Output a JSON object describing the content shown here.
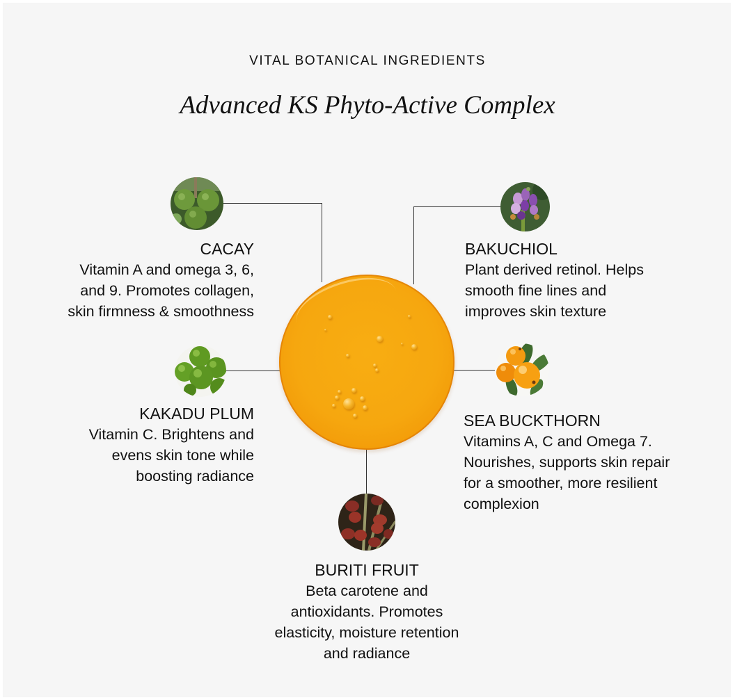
{
  "header": {
    "eyebrow": "VITAL BOTANICAL INGREDIENTS",
    "title": "Advanced KS Phyto-Active Complex"
  },
  "center": {
    "image": "golden-oil-droplet",
    "color": "#f6a70f"
  },
  "ingredients": [
    {
      "id": "cacay",
      "name": "CACAY",
      "image": "green-cacay-nuts",
      "lines": [
        "Vitamin A and omega 3, 6,",
        "and 9. Promotes collagen,",
        "skin firmness & smoothness"
      ]
    },
    {
      "id": "bakuchiol",
      "name": "BAKUCHIOL",
      "image": "purple-babchi-flower",
      "lines": [
        "Plant derived retinol. Helps",
        "smooth fine lines and",
        "improves skin texture"
      ]
    },
    {
      "id": "kakadu-plum",
      "name": "KAKADU PLUM",
      "image": "green-kakadu-plums",
      "lines": [
        "Vitamin C. Brightens and",
        "evens skin tone while",
        "boosting radiance"
      ]
    },
    {
      "id": "sea-buckthorn",
      "name": "SEA BUCKTHORN",
      "image": "orange-sea-buckthorn-berries",
      "lines": [
        "Vitamins A, C and Omega 7.",
        "Nourishes, supports skin repair",
        "for a smoother, more resilient",
        "complexion"
      ]
    },
    {
      "id": "buriti-fruit",
      "name": "BURITI FRUIT",
      "image": "red-buriti-fruits",
      "lines": [
        "Beta carotene and",
        "antioxidants. Promotes",
        "elasticity, moisture retention",
        "and radiance"
      ]
    }
  ],
  "colors": {
    "background": "#f6f6f6",
    "text": "#111111",
    "connector": "#333333",
    "oil": "#f6a70f"
  }
}
